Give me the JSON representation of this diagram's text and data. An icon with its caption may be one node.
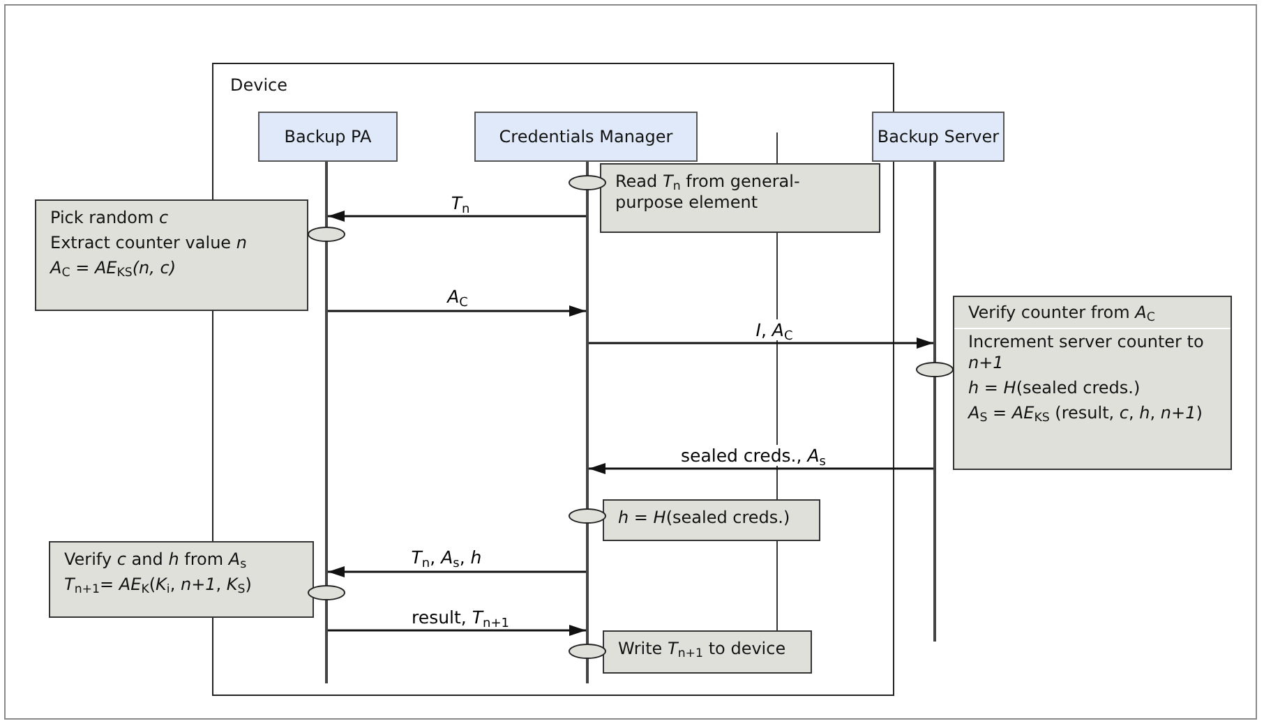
{
  "diagram": {
    "nodes": [
      {
        "text": [
          "Device"
        ]
      },
      {
        "text": [
          "Backup PA"
        ],
        "in": 0
      },
      {
        "text": [
          "Credentials Manager"
        ],
        "in": 0
      },
      {
        "text": [
          "Backup Server"
        ]
      },
      {
        "text": [],
        "shape": "bar",
        "in": 0
      },
      {
        "text": [],
        "shape": "bar",
        "in": 0
      },
      {
        "text": [],
        "shape": "bar"
      },
      {
        "text": [
          "Read *T*$_{n}$ from general-purpose element"
        ],
        "in": 0
      },
      {
        "text": [
          "Pick random *c*",
          "Extract counter value *n*",
          "*A*$_{C}$ = *AE*$_{KS}$*(n, c)*"
        ]
      },
      {
        "text": [
          "Verify counter from *A*$_{C}$",
          "Increment server counter to *n+1*",
          "*h* = *H*(sealed creds.)",
          "*A*$_{S}$ = *AE*$_{KS}$ (result, *c*, *h*, *n+1*)"
        ]
      },
      {
        "text": [
          "*h* = *H*(sealed creds.)"
        ],
        "in": 0
      },
      {
        "text": [
          "Verify *c* and *h* from *A*$_{s}$",
          "*T*$_{n+1}$= *AE*$_{K}$(*K*$_{i}$, *n+1*, *K*$_{S}$)"
        ]
      },
      {
        "text": [
          "Write *T*$_{n+1}$ to device"
        ],
        "in": 0
      }
    ],
    "edges": [
      {
        "from": 5,
        "to": 4,
        "arrow": "to",
        "label": "*T*$_{n}$"
      },
      {
        "from": 4,
        "to": 5,
        "arrow": "to",
        "label": "*A*$_{C}$"
      },
      {
        "from": 5,
        "to": 6,
        "arrow": "to",
        "label": "*I*, *A*$_{C}$"
      },
      {
        "from": 6,
        "to": 5,
        "arrow": "to",
        "label": "sealed creds., *A*$_{s}$"
      },
      {
        "from": 5,
        "to": 4,
        "arrow": "to",
        "label": "*T*$_{n}$, *A*$_{s}$, *h*"
      },
      {
        "from": 4,
        "to": 5,
        "arrow": "to",
        "label": "result, *T*$_{n+1}$"
      }
    ]
  }
}
